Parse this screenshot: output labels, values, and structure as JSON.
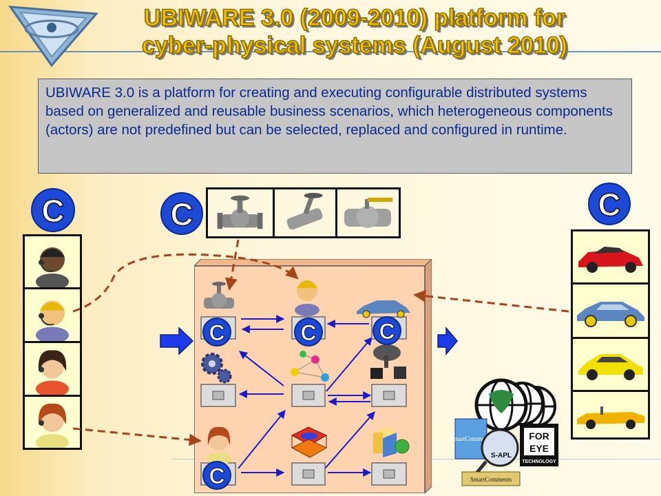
{
  "slide": {
    "title_line1": "UBIWARE 3.0 (2009-2010) platform for",
    "title_line2": "cyber-physical systems (August 2010)",
    "description": "UBIWARE 3.0 is a platform for creating and executing configurable distributed systems based on generalized and reusable business scenarios, which heterogeneous components (actors) are not predefined but can be selected, replaced and configured in runtime."
  },
  "badges": {
    "letter": "C"
  },
  "logos": {
    "smartcomments": "SmartComments",
    "sapl": "S-APL",
    "foreye_line1": "FOR",
    "foreye_line2": "EYE",
    "foreye_sub": "TECHNOLOGY"
  },
  "colors": {
    "title_fill": "#f2c400",
    "desc_text": "#0a2a8c",
    "desc_bg": "#c6c6c6",
    "badge_blue": "#1c49d8",
    "arrow_blue": "#1a1ad0",
    "dash_brown": "#a4461a",
    "box_face": "#fdd3b0"
  },
  "icons": {
    "people_left": [
      "man-headset-icon",
      "man-headset-blond-icon",
      "woman-headset-icon",
      "woman-headset-red-icon"
    ],
    "valves_top": [
      "globe-valve-icon",
      "angle-valve-icon",
      "ball-valve-icon"
    ],
    "cars_right": [
      "red-sports-car-icon",
      "blue-sedan-icon",
      "yellow-coupe-icon",
      "yellow-convertible-icon"
    ]
  }
}
